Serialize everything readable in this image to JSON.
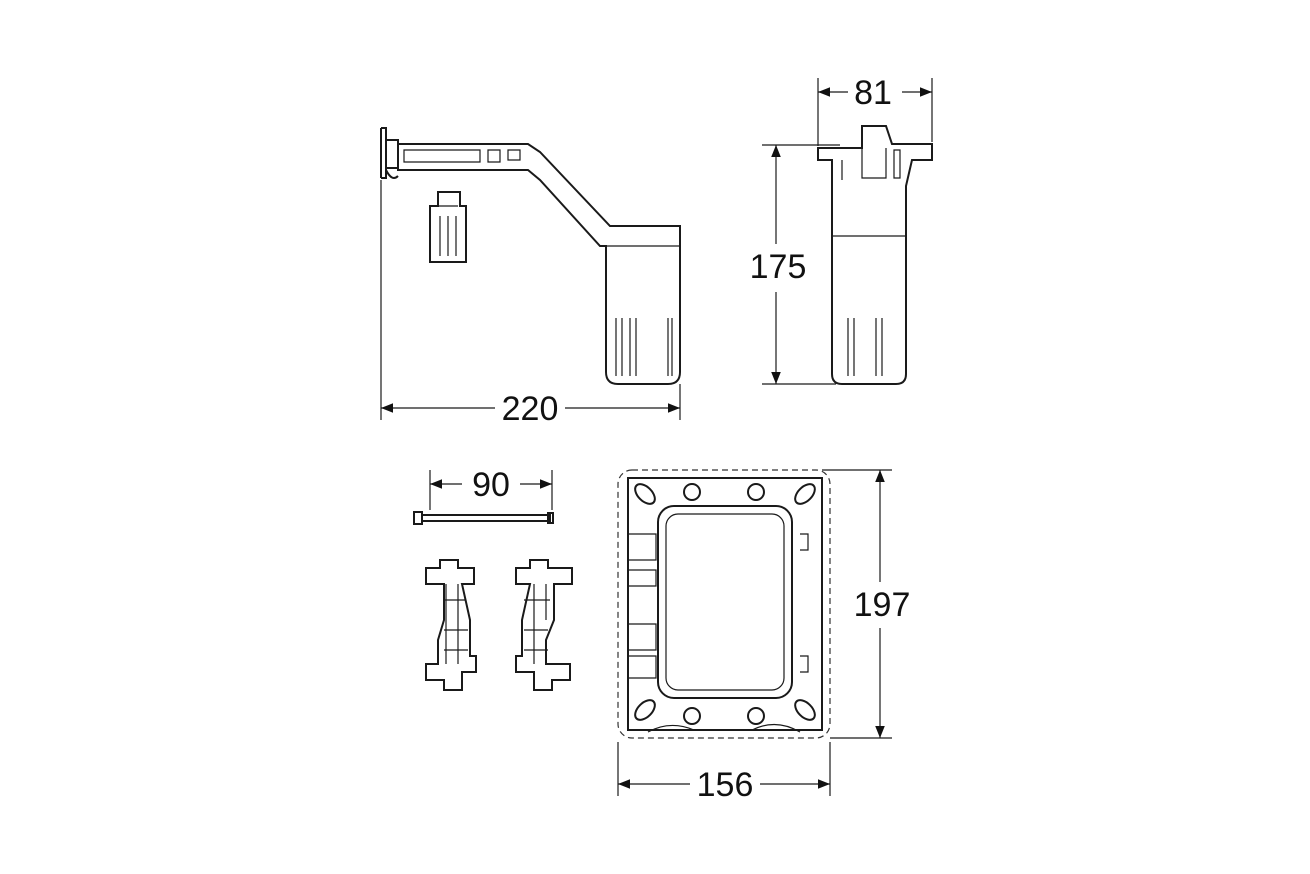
{
  "dimensions": {
    "side_view_width": "220",
    "front_view_width": "81",
    "front_view_height": "175",
    "rod_length": "90",
    "frame_width": "156",
    "frame_height": "197"
  },
  "parts": [
    {
      "name": "bracket-side-view"
    },
    {
      "name": "bracket-front-view"
    },
    {
      "name": "threaded-rod"
    },
    {
      "name": "mounting-clips"
    },
    {
      "name": "mounting-frame"
    }
  ]
}
